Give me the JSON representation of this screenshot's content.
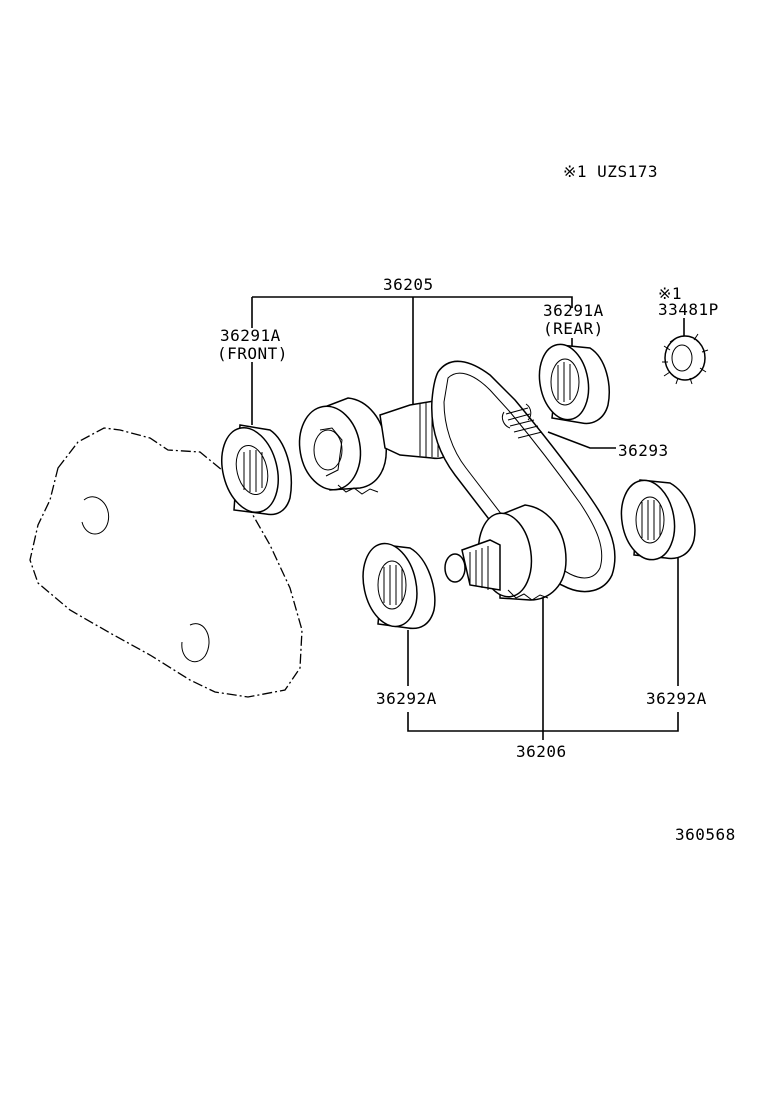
{
  "model_note": "※1 UZS173",
  "labels": {
    "drive_sprocket": "36205",
    "bearing_front": "36291A",
    "bearing_front_note": "(FRONT)",
    "bearing_rear": "36291A",
    "bearing_rear_note": "(REAR)",
    "gear_mark": "※1",
    "gear": "33481P",
    "chain": "36293",
    "bearing_left": "36292A",
    "bearing_right": "36292A",
    "driven_sprocket": "36206"
  },
  "diagram_code": "360568"
}
